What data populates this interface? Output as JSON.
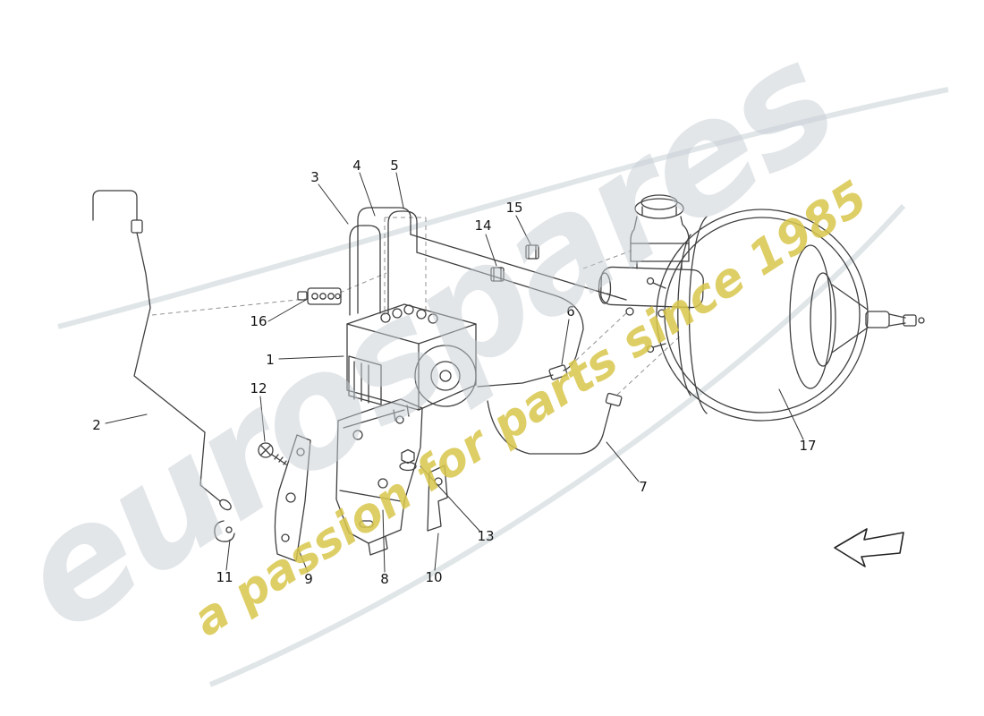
{
  "watermark": {
    "brand": "eurospares",
    "tagline": "a passion for parts since 1985",
    "brand_color": "#c6cdd3",
    "tagline_color": "#d9c64b"
  },
  "diagram": {
    "callouts": [
      {
        "label": "1"
      },
      {
        "label": "2"
      },
      {
        "label": "3"
      },
      {
        "label": "4"
      },
      {
        "label": "5"
      },
      {
        "label": "6"
      },
      {
        "label": "7"
      },
      {
        "label": "8"
      },
      {
        "label": "9"
      },
      {
        "label": "10"
      },
      {
        "label": "11"
      },
      {
        "label": "12"
      },
      {
        "label": "13"
      },
      {
        "label": "14"
      },
      {
        "label": "15"
      },
      {
        "label": "16"
      },
      {
        "label": "17"
      }
    ]
  },
  "icons": {
    "direction_arrow": "outline-arrow-left"
  }
}
